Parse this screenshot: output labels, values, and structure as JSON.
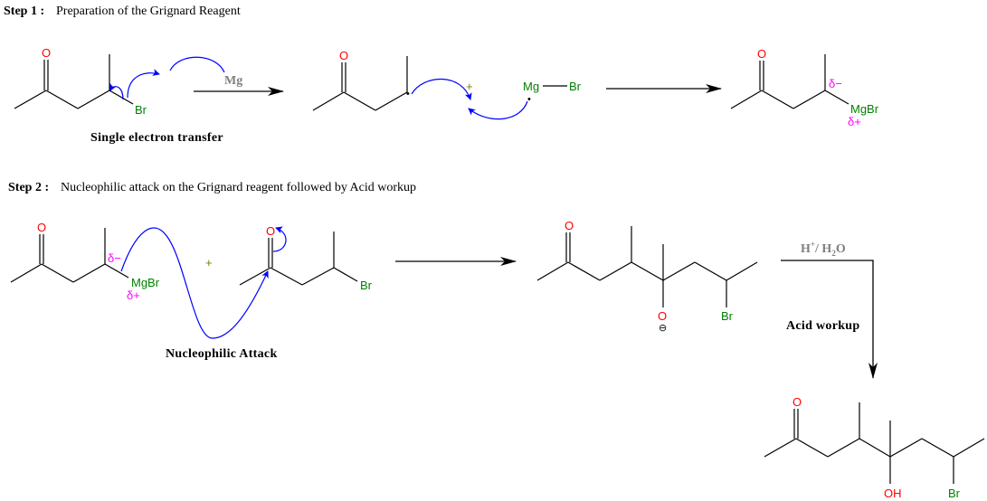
{
  "step1": {
    "label": "Step 1 :",
    "title": "Preparation of the Grignard Reagent",
    "reagent": "Mg",
    "caption": "Single electron transfer",
    "reactant": {
      "oxygen": "O",
      "halogen": "Br"
    },
    "intermediate": {
      "oxygen": "O",
      "plus": "+",
      "mg": "Mg",
      "br": "Br",
      "radical": "•"
    },
    "product": {
      "oxygen": "O",
      "group": "MgBr",
      "delta_minus": "δ−",
      "delta_plus": "δ+"
    }
  },
  "step2": {
    "label": "Step 2 :",
    "title": "Nucleophilic attack on the Grignard reagent followed by Acid workup",
    "caption": "Nucleophilic Attack",
    "grignard": {
      "oxygen": "O",
      "group": "MgBr",
      "delta_minus": "δ−",
      "delta_plus": "δ+"
    },
    "plus": "+",
    "ketone": {
      "oxygen": "O",
      "halogen": "Br"
    },
    "alkoxide": {
      "oxygen": "O",
      "charge": "⊖",
      "halogen": "Br"
    },
    "workup_reagent": {
      "h": "H",
      "h_sup": "+",
      "sep": "/ H",
      "h2_sub": "2",
      "o": "O"
    },
    "workup_caption": "Acid workup",
    "final_product": {
      "oxygen": "O",
      "hydroxyl": "OH",
      "halogen": "Br"
    }
  },
  "colors": {
    "oxygen": "#ff0000",
    "bromine": "#008000",
    "magnesium": "#008000",
    "partial_charge": "#ff00ff",
    "electron_arrow": "#0000ff",
    "reagent_text": "#808080",
    "bond": "#000000"
  }
}
